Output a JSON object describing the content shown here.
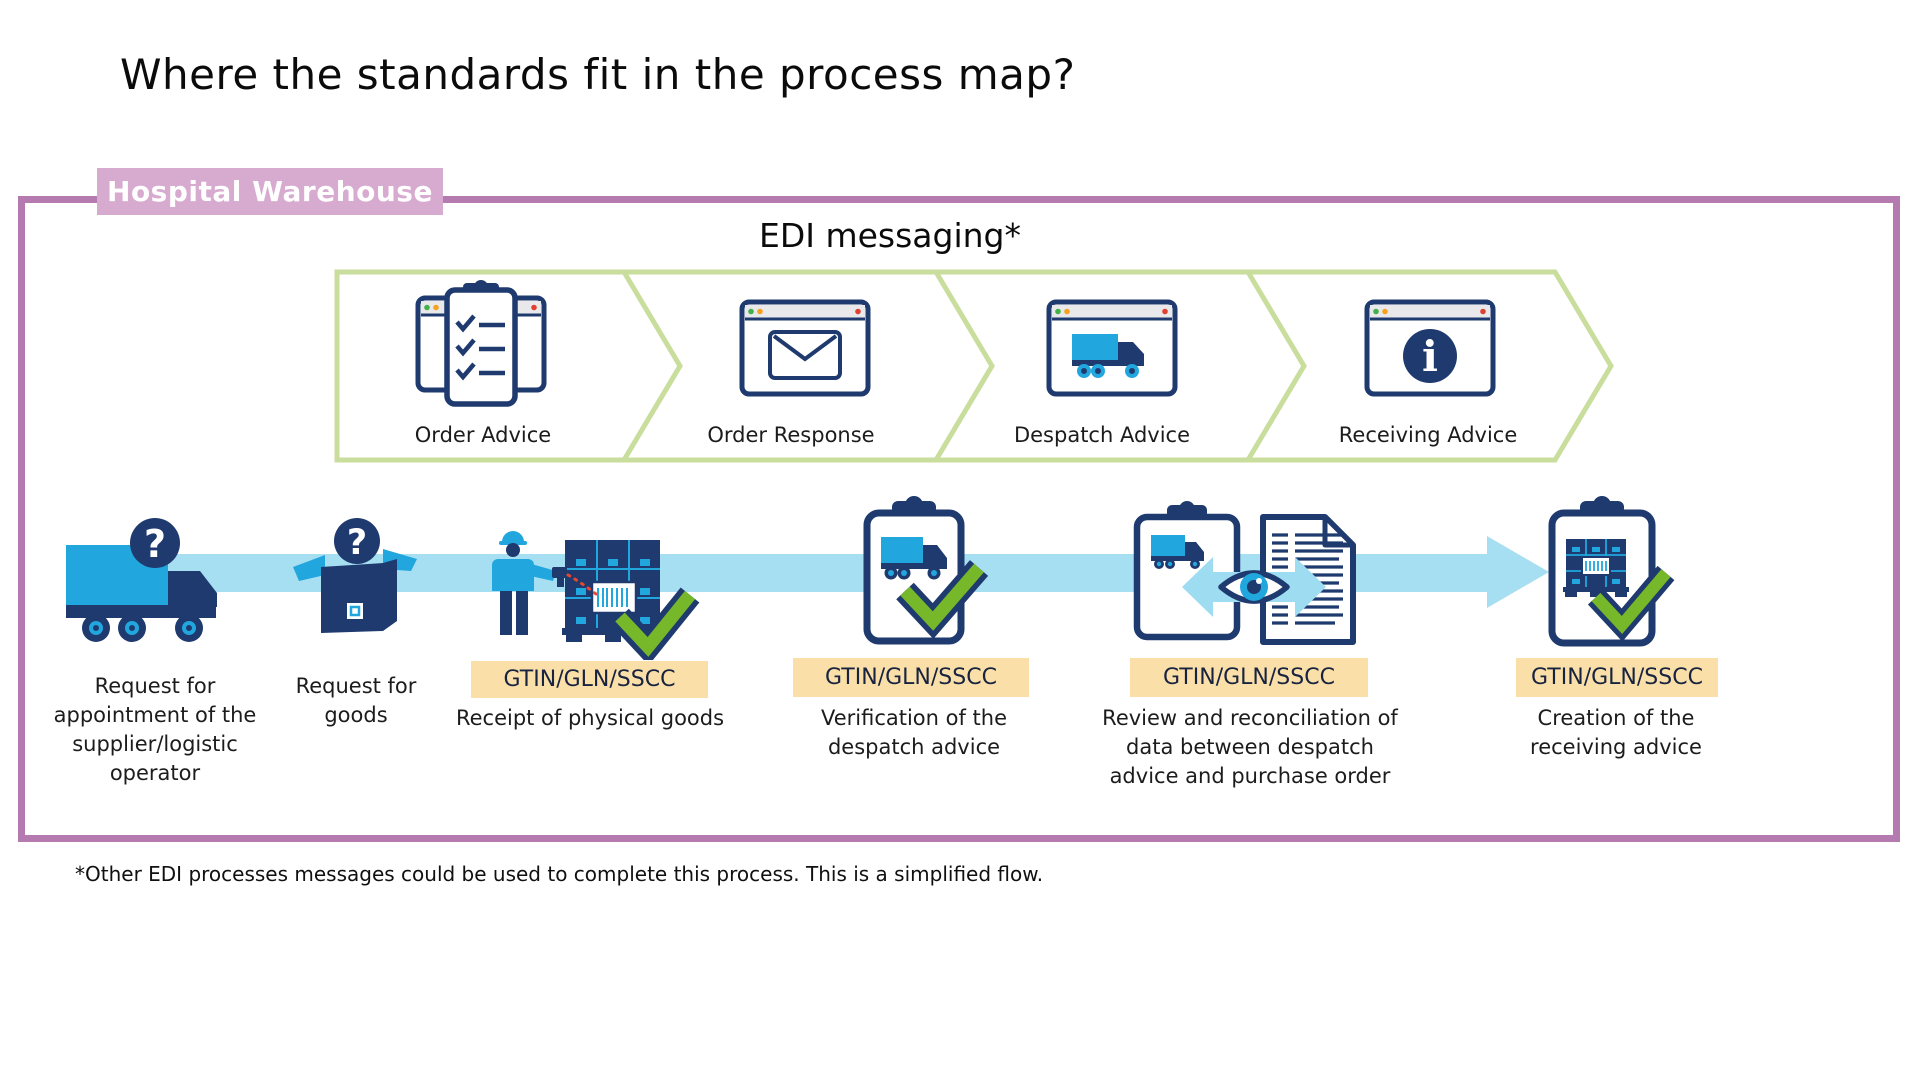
{
  "title": "Where the standards fit in the process map?",
  "warehouse_tag": "Hospital Warehouse",
  "edi": {
    "title": "EDI messaging*",
    "steps": [
      {
        "label": "Order Advice",
        "icon": "clipboard-checklist-window-icon"
      },
      {
        "label": "Order Response",
        "icon": "envelope-window-icon"
      },
      {
        "label": "Despatch Advice",
        "icon": "truck-window-icon"
      },
      {
        "label": "Receiving Advice",
        "icon": "info-window-icon"
      }
    ]
  },
  "process_steps": [
    {
      "label": "Request for\nappointment of the\nsupplier/logistic\noperator",
      "icon": "truck-question-icon"
    },
    {
      "label": "Request for\ngoods",
      "icon": "box-question-icon"
    },
    {
      "badge": "GTIN/GLN/SSCC",
      "label": "Receipt of physical goods",
      "icon": "scan-pallet-check-icon"
    },
    {
      "badge": "GTIN/GLN/SSCC",
      "label": "Verification of the\ndespatch advice",
      "icon": "clipboard-truck-check-icon"
    },
    {
      "badge": "GTIN/GLN/SSCC",
      "label": "Review and reconciliation of\ndata between despatch\nadvice and purchase order",
      "icon": "review-reconciliation-icon"
    },
    {
      "badge": "GTIN/GLN/SSCC",
      "label": "Creation of the\nreceiving advice",
      "icon": "clipboard-pallet-check-icon"
    }
  ],
  "footnote": "*Other EDI processes messages could be used to complete this process. This is a simplified flow.",
  "glyphs": {
    "question": "?",
    "info": "i"
  },
  "colors": {
    "navy": "#1f3a6e",
    "cyan": "#21a7de",
    "flow_band_blue": "#a6def2",
    "chevron_green": "#c9dd9d",
    "check_green": "#76b82a",
    "border_purple": "#b57ab0",
    "tag_background": "#d7aacf",
    "badge_background": "#fadfa9"
  }
}
